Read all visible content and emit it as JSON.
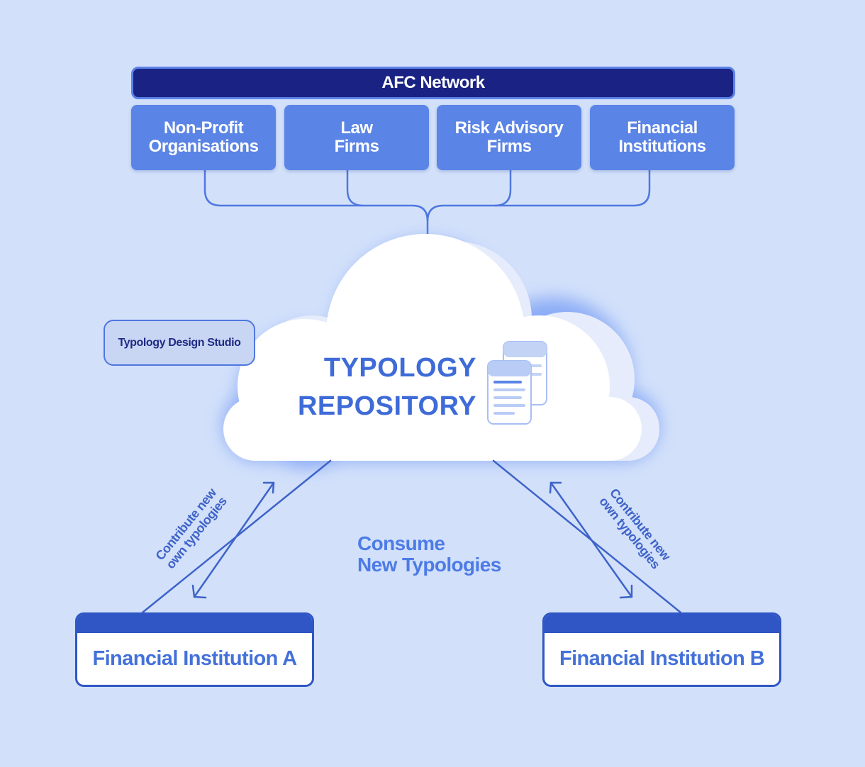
{
  "network": {
    "title": "AFC Network"
  },
  "members": [
    {
      "label": "Non-Profit\nOrganisations"
    },
    {
      "label": "Law\nFirms"
    },
    {
      "label": "Risk Advisory\nFirms"
    },
    {
      "label": "Financial\nInstitutions"
    }
  ],
  "studio": {
    "label": "Typology Design Studio"
  },
  "repository": {
    "line1": "TYPOLOGY",
    "line2": "REPOSITORY",
    "icon": "documents-icon"
  },
  "consume": {
    "line1": "Consume",
    "line2": "New Typologies"
  },
  "contribute": {
    "line1": "Contribute new",
    "line2": "own typologies"
  },
  "institutions": [
    {
      "label": "Financial Institution A"
    },
    {
      "label": "Financial Institution B"
    }
  ],
  "colors": {
    "background": "#d2e0fa",
    "network_bar": "#1a2383",
    "member_box": "#5a84e6",
    "connector": "#4f78e0",
    "accent_text": "#3e6bd8",
    "institution_header": "#2f56c4"
  }
}
